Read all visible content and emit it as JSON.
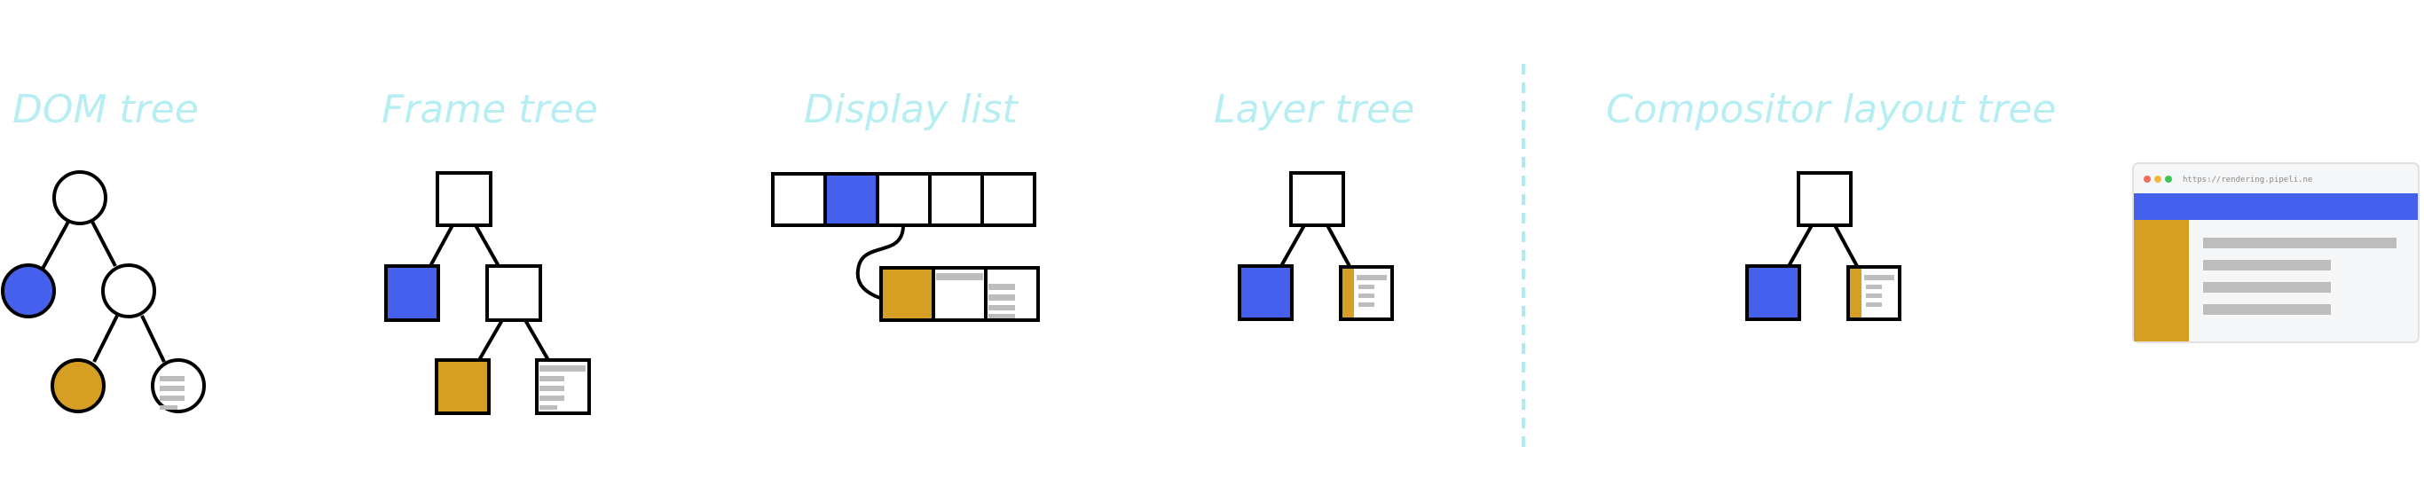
{
  "colors": {
    "title": "#b7eef2",
    "stroke": "#000000",
    "blue": "#4560ec",
    "gold": "#d69e22",
    "grey": "#bdbdbd",
    "divider": "#aeeaf0",
    "browser_bg": "#f5f6f8",
    "browser_bar": "#4560ec",
    "dot_red": "#f26b5e",
    "dot_yellow": "#f5b83d",
    "dot_green": "#3ec45a"
  },
  "stages": {
    "dom": {
      "title": "DOM tree"
    },
    "frame": {
      "title": "Frame tree"
    },
    "display": {
      "title": "Display list"
    },
    "layer": {
      "title": "Layer tree"
    },
    "compositor": {
      "title": "Compositor layout tree"
    }
  },
  "browser": {
    "url": "https://rendering.pipeli.ne"
  }
}
